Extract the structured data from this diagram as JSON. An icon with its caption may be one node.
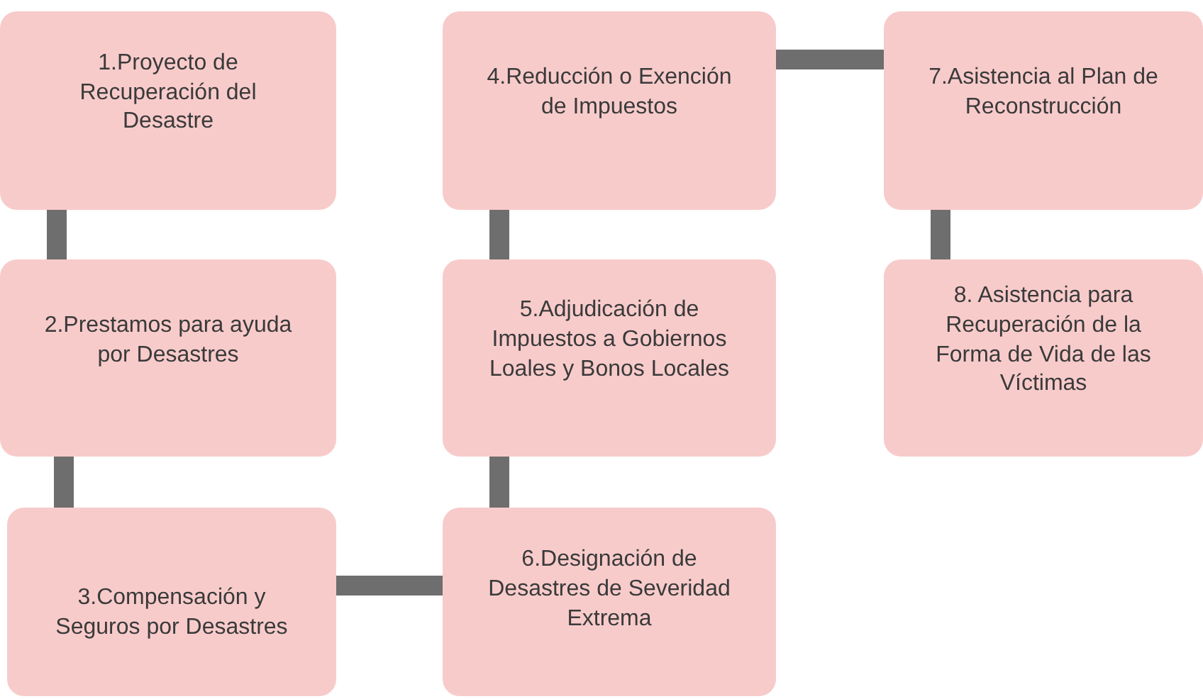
{
  "diagram": {
    "nodes": [
      {
        "text": [
          "1.Proyecto de Recuperación del Desastre"
        ]
      },
      {
        "text": [
          "2.Prestamos para ayuda por Desastres"
        ]
      },
      {
        "text": [
          "3.Compensación y Seguros por Desastres"
        ]
      },
      {
        "text": [
          "4.Reducción o Exención de Impuestos"
        ]
      },
      {
        "text": [
          "5.Adjudicación de Impuestos a Gobiernos Loales y Bonos Locales"
        ]
      },
      {
        "text": [
          "6.Designación de Desastres de Severidad Extrema"
        ]
      },
      {
        "text": [
          "7.Asistencia al Plan de Reconstrucción"
        ]
      },
      {
        "text": [
          "8. Asistencia para Recuperación de la Forma de Vida de las Víctimas"
        ]
      }
    ],
    "edges": [
      {
        "from": 0,
        "to": 1,
        "arrow": "none"
      },
      {
        "from": 1,
        "to": 2,
        "arrow": "none"
      },
      {
        "from": 2,
        "to": 5,
        "arrow": "none"
      },
      {
        "from": 5,
        "to": 4,
        "arrow": "none"
      },
      {
        "from": 4,
        "to": 3,
        "arrow": "none"
      },
      {
        "from": 3,
        "to": 6,
        "arrow": "none"
      },
      {
        "from": 6,
        "to": 7,
        "arrow": "none"
      }
    ]
  }
}
